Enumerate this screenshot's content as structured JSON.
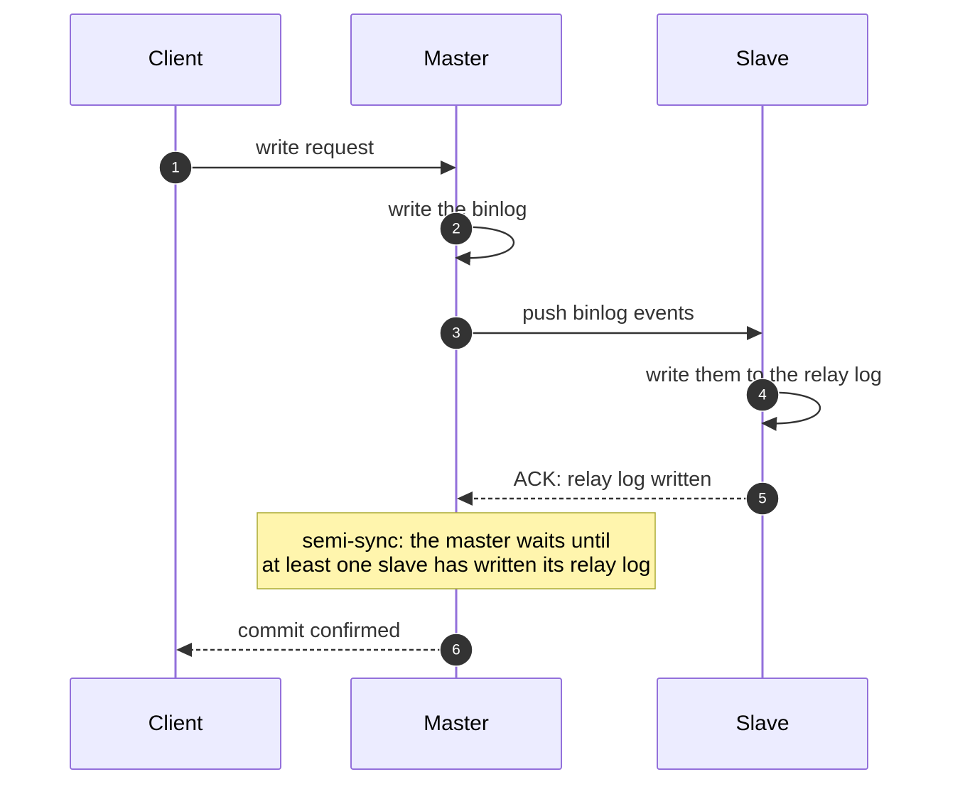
{
  "diagram": {
    "type": "sequence",
    "participants": [
      {
        "id": "client",
        "label": "Client"
      },
      {
        "id": "master",
        "label": "Master"
      },
      {
        "id": "slave",
        "label": "Slave"
      }
    ],
    "messages": [
      {
        "seq": "1",
        "from": "client",
        "to": "master",
        "text": "write request",
        "style": "solid"
      },
      {
        "seq": "2",
        "from": "master",
        "to": "master",
        "text": "write the binlog",
        "style": "solid"
      },
      {
        "seq": "3",
        "from": "master",
        "to": "slave",
        "text": "push binlog events",
        "style": "solid"
      },
      {
        "seq": "4",
        "from": "slave",
        "to": "slave",
        "text": "write them to the relay log",
        "style": "solid"
      },
      {
        "seq": "5",
        "from": "slave",
        "to": "master",
        "text": "ACK: relay log written",
        "style": "dashed"
      },
      {
        "seq": "6",
        "from": "master",
        "to": "client",
        "text": "commit confirmed",
        "style": "dashed"
      }
    ],
    "note": {
      "lines": [
        "semi-sync: the master waits until",
        "at least one slave has written its relay log"
      ]
    }
  }
}
